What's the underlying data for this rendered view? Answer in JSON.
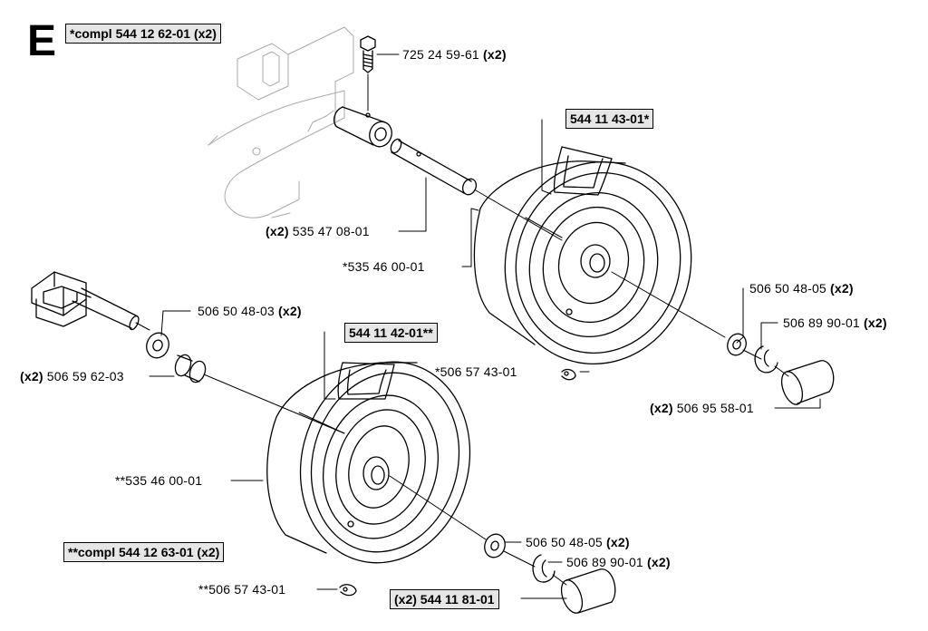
{
  "section": "E",
  "boxed_labels": {
    "compl_top": "*compl 544 12 62-01 (x2)",
    "wheel_top": "544 11 43-01*",
    "wheel_bottom": "544 11 42-01**",
    "compl_bottom": "**compl 544 12 63-01 (x2)",
    "cap_bottom": "(x2) 544 11 81-01"
  },
  "parts": {
    "bolt": {
      "number": "725 24 59-61",
      "qty": "(x2)"
    },
    "axle": {
      "qty": "(x2)",
      "number": "535 47 08-01"
    },
    "tire_top": {
      "number": "*535 46 00-01"
    },
    "washer_top": {
      "number": "506 50 48-05",
      "qty": "(x2)"
    },
    "clip_top": {
      "number": "506 89 90-01",
      "qty": "(x2)"
    },
    "cap_top": {
      "qty": "(x2)",
      "number": "506 95 58-01"
    },
    "valve_top": {
      "number": "*506 57 43-01"
    },
    "washer_left": {
      "number": "506 50 48-03",
      "qty": "(x2)"
    },
    "bushing_left": {
      "qty": "(x2)",
      "number": "506 59 62-03"
    },
    "tire_bottom": {
      "number": "**535 46 00-01"
    },
    "washer_bottom": {
      "number": "506 50 48-05",
      "qty": "(x2)"
    },
    "clip_bottom": {
      "number": "506 89 90-01",
      "qty": "(x2)"
    },
    "valve_bottom": {
      "number": "**506 57 43-01"
    }
  }
}
